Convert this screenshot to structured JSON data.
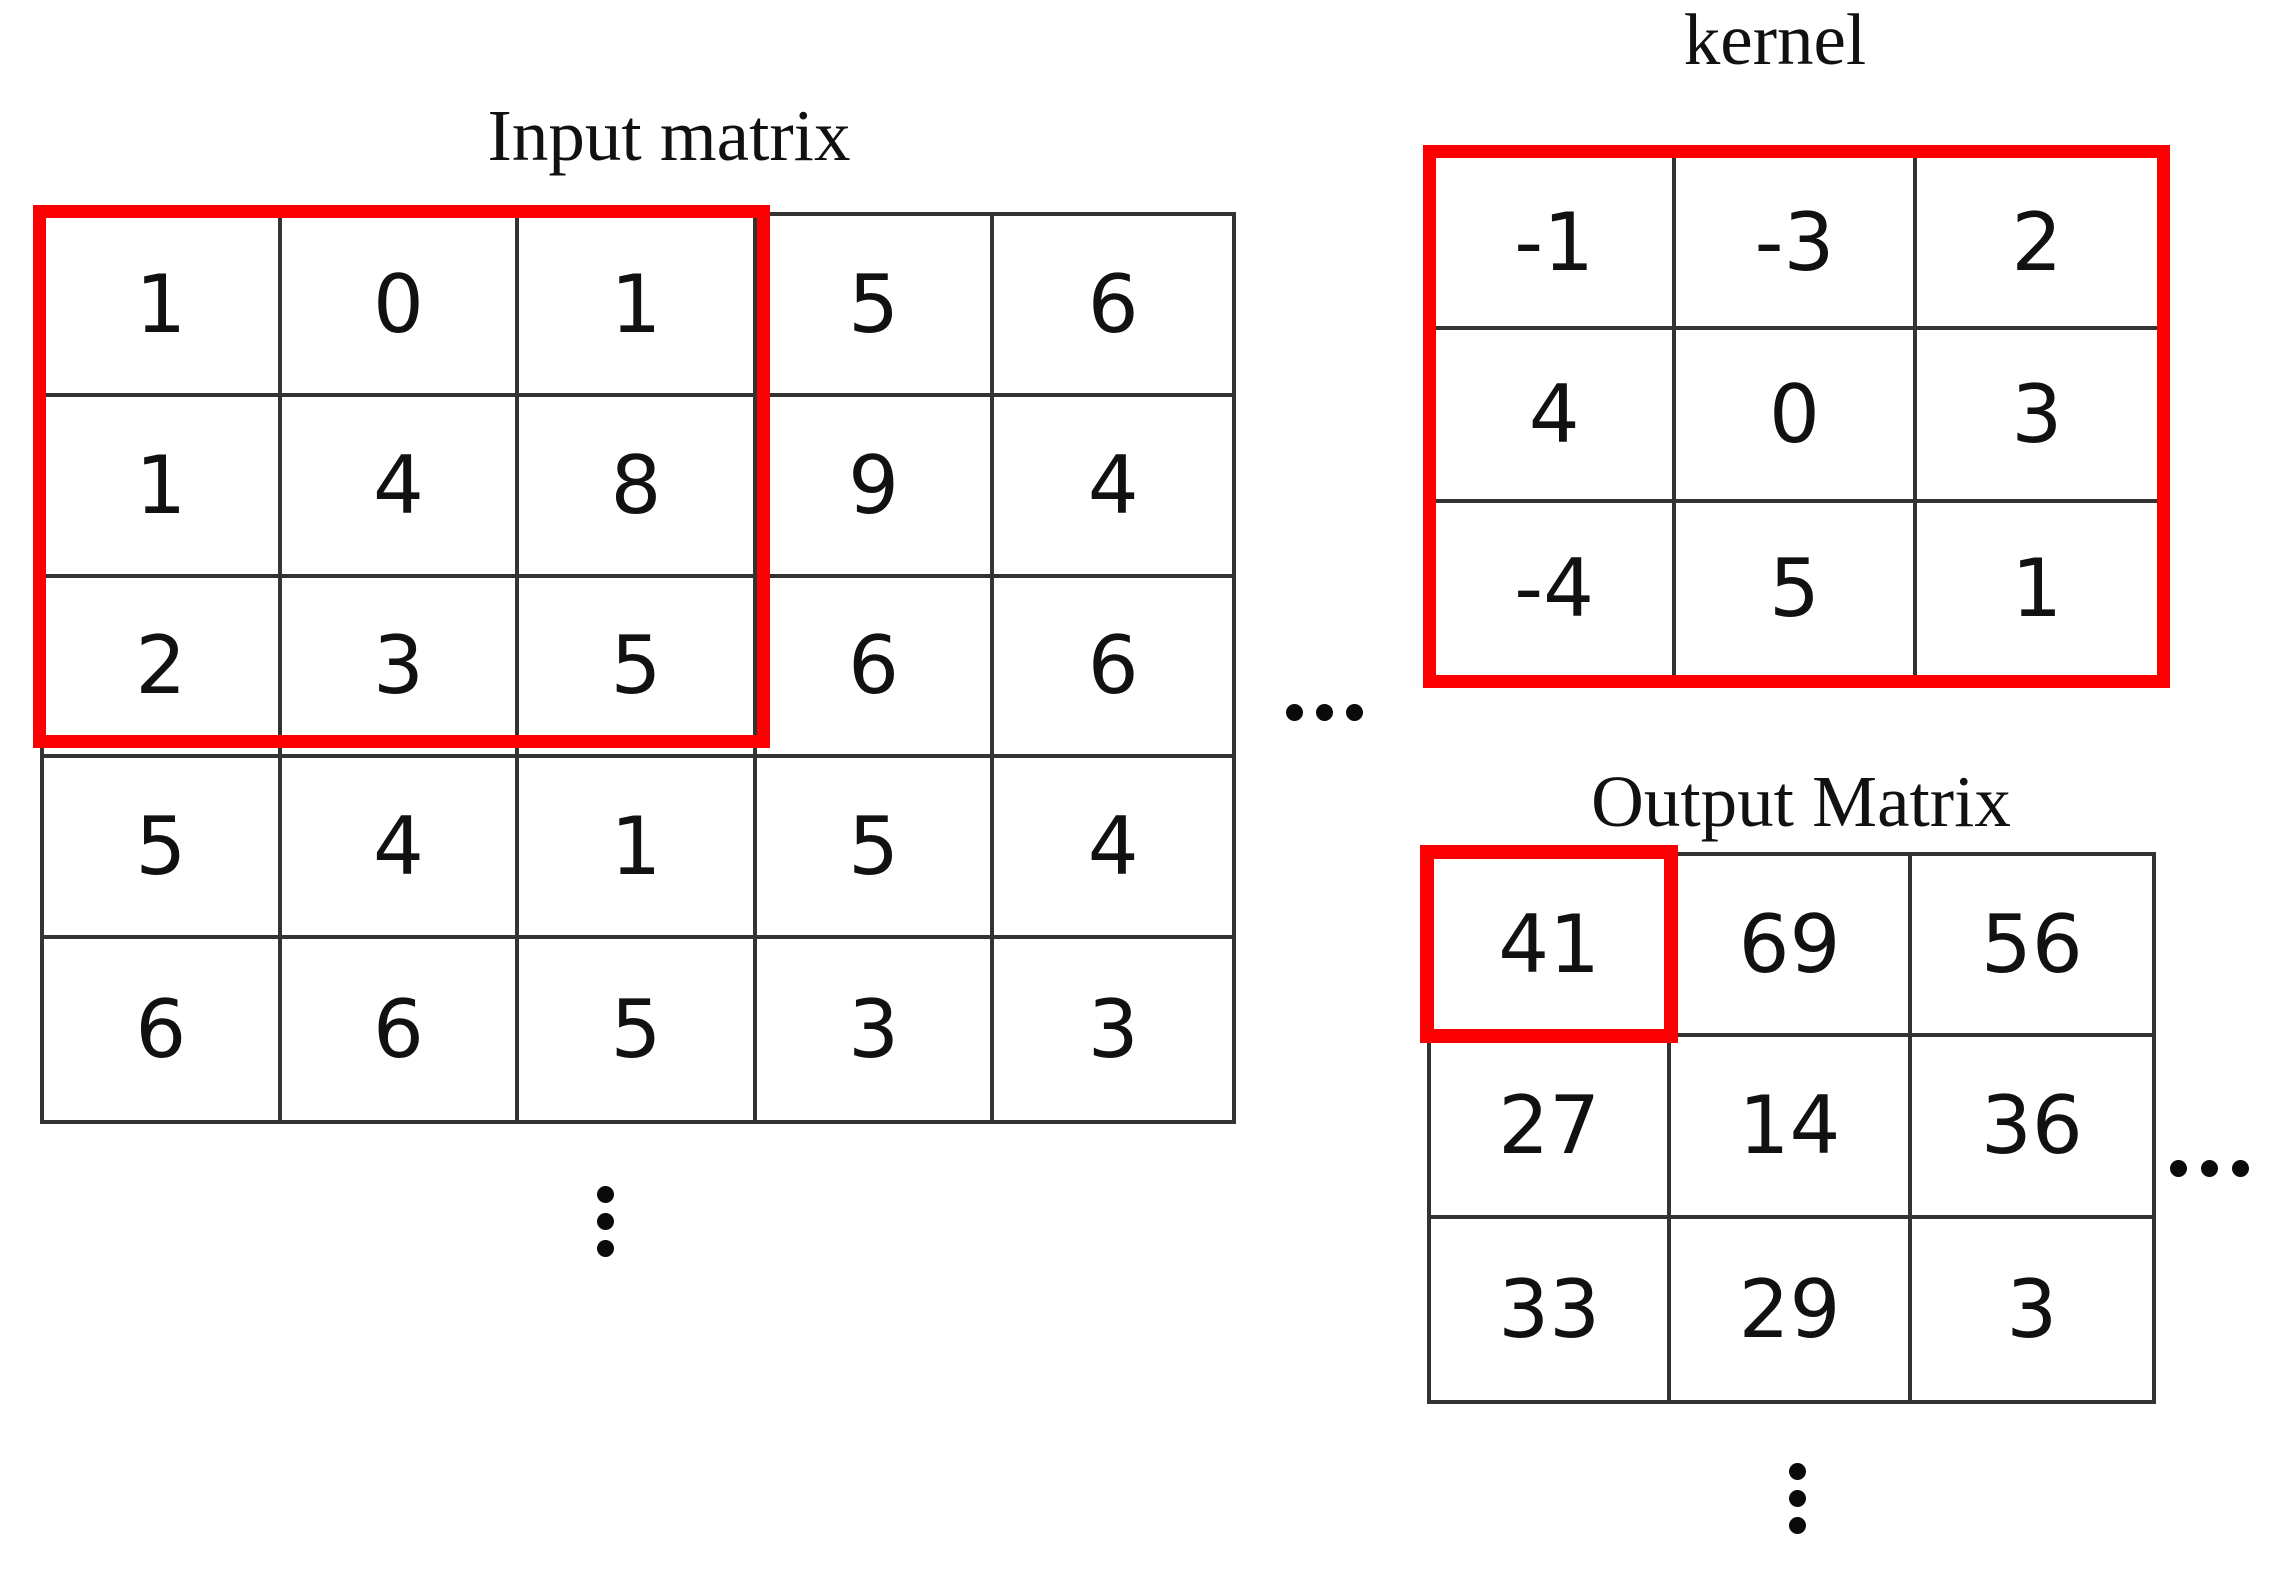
{
  "diagram": {
    "background": "#ffffff",
    "grid_line_color": "#333333",
    "highlight_color": "#fa0000",
    "text_color": "#111111"
  },
  "input_matrix": {
    "title": "Input matrix",
    "rows": 5,
    "cols": 5,
    "values": [
      [
        1,
        0,
        1,
        5,
        6
      ],
      [
        1,
        4,
        8,
        9,
        4
      ],
      [
        2,
        3,
        5,
        6,
        6
      ],
      [
        5,
        4,
        1,
        5,
        4
      ],
      [
        6,
        6,
        5,
        3,
        3
      ]
    ],
    "highlighted_region": "rows 1-3, cols 1-3"
  },
  "kernel": {
    "title": "kernel",
    "rows": 3,
    "cols": 3,
    "values": [
      [
        -1,
        -3,
        2
      ],
      [
        4,
        0,
        3
      ],
      [
        -4,
        5,
        1
      ]
    ]
  },
  "output_matrix": {
    "title": "Output Matrix",
    "rows": 3,
    "cols": 3,
    "values": [
      [
        41,
        69,
        56
      ],
      [
        27,
        14,
        36
      ],
      [
        33,
        29,
        3
      ]
    ],
    "highlighted_cell": "row 1, col 1 (value 41)"
  },
  "ellipsis": {
    "between_input_and_kernel": "horizontal-3-dots",
    "right_of_output": "horizontal-3-dots",
    "below_input": "vertical-3-dots",
    "below_output": "vertical-3-dots"
  }
}
